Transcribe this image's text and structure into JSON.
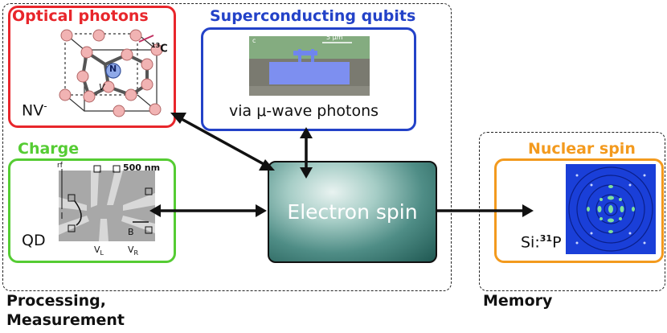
{
  "optical": {
    "title": "Optical photons",
    "label": "NV",
    "label_sup": "-",
    "atom_n": "N",
    "atom_v": "V",
    "isotope": "13",
    "isotope_el": "C"
  },
  "superconducting": {
    "title": "Superconducting qubits",
    "caption": "via μ-wave photons",
    "image_label": "c",
    "scale": "5 μm"
  },
  "charge": {
    "title": "Charge",
    "label": "QD",
    "scale": "500 nm",
    "rf": "rf",
    "b": "B",
    "vl": "V",
    "vl_sub": "L",
    "vr": "V",
    "vr_sub": "R"
  },
  "center": {
    "label": "Electron spin"
  },
  "nuclear": {
    "title": "Nuclear spin",
    "label_pre": "Si:",
    "label_sup": "31",
    "label_post": "P"
  },
  "captions": {
    "left_line1": "Processing,",
    "left_line2": "Measurement",
    "right": "Memory"
  },
  "colors": {
    "optical": "#e8262b",
    "superconducting": "#2342c8",
    "charge": "#55cc33",
    "nuclear": "#f39a1e"
  }
}
